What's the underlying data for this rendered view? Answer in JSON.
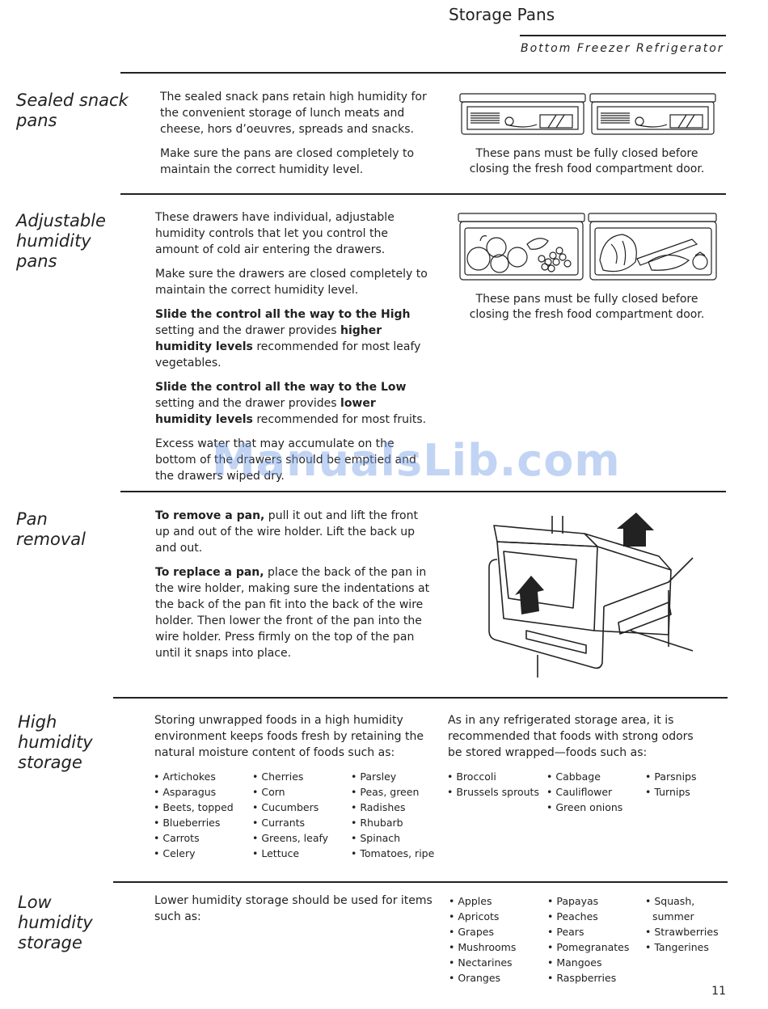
{
  "header": {
    "title": "Storage Pans",
    "subtitle": "Bottom Freezer Refrigerator"
  },
  "sealed": {
    "title_lines": [
      "Sealed snack",
      "pans"
    ],
    "paragraphs": [
      "The sealed snack pans retain high humidity for the convenient storage of lunch meats and cheese, hors d’oeuvres, spreads and snacks.",
      "Make sure the pans are closed completely to maintain the correct humidity level."
    ],
    "caption_lines": [
      "These pans must be fully closed before",
      "closing the fresh food compartment door."
    ]
  },
  "adjustable": {
    "title_lines": [
      "Adjustable",
      "humidity",
      "pans"
    ],
    "p1": "These drawers have individual, adjustable humidity controls that let you control the amount of cold air entering the drawers.",
    "p2": "Make sure the drawers are closed completely to maintain the correct humidity level.",
    "p3_bold": "Slide the control all the way to the High",
    "p3_mid": " setting and the drawer provides ",
    "p3_bold2": "higher humidity levels",
    "p3_end": " recommended for most leafy vegetables.",
    "p4_bold": "Slide the control all the way to the Low",
    "p4_mid": " setting and the drawer provides ",
    "p4_bold2": "lower humidity levels",
    "p4_end": " recommended for most fruits.",
    "p5": "Excess water that may accumulate on the bottom of the drawers should be emptied and the drawers wiped dry.",
    "caption_lines": [
      "These pans must be fully closed before",
      "closing the fresh food compartment door."
    ]
  },
  "removal": {
    "title_lines": [
      "Pan",
      "removal"
    ],
    "p1_bold": "To remove a pan,",
    "p1_rest": " pull it out and lift the front up and out of the wire holder. Lift the back up and out.",
    "p2_bold": "To replace a pan,",
    "p2_rest": " place the back of the pan in the wire holder, making sure the indentations at the back of the pan fit into the back of the wire holder. Then lower the front of the pan into the wire holder. Press firmly on the top of the pan until it snaps into place."
  },
  "high": {
    "title_lines": [
      "High",
      "humidity",
      "storage"
    ],
    "intro": "Storing unwrapped foods in a high humidity environment keeps foods fresh by retaining the natural moisture content of foods such as:",
    "col1": [
      "Artichokes",
      "Asparagus",
      "Beets, topped",
      "Blueberries",
      "Carrots",
      "Celery"
    ],
    "col2": [
      "Cherries",
      "Corn",
      "Cucumbers",
      "Currants",
      "Greens, leafy",
      "Lettuce"
    ],
    "col3": [
      "Parsley",
      "Peas, green",
      "Radishes",
      "Rhubarb",
      "Spinach",
      "Tomatoes, ripe"
    ],
    "intro2": "As in any refrigerated storage area, it is recommended that foods with strong odors be stored wrapped—foods such as:",
    "col4": [
      "Broccoli",
      "Brussels sprouts"
    ],
    "col5": [
      "Cabbage",
      "Cauliflower",
      "Green onions"
    ],
    "col6": [
      "Parsnips",
      "Turnips"
    ]
  },
  "low": {
    "title_lines": [
      "Low",
      "humidity",
      "storage"
    ],
    "intro": "Lower humidity storage should be used for items such as:",
    "col1": [
      "Apples",
      "Apricots",
      "Grapes",
      "Mushrooms",
      "Nectarines",
      "Oranges"
    ],
    "col2": [
      "Papayas",
      "Peaches",
      "Pears",
      "Pomegranates",
      "Mangoes",
      "Raspberries"
    ],
    "col3_a": "Squash,",
    "col3_a2": "summer",
    "col3_rest": [
      "Strawberries",
      "Tangerines"
    ]
  },
  "watermark": "ManualsLib.com",
  "page_number": "11"
}
